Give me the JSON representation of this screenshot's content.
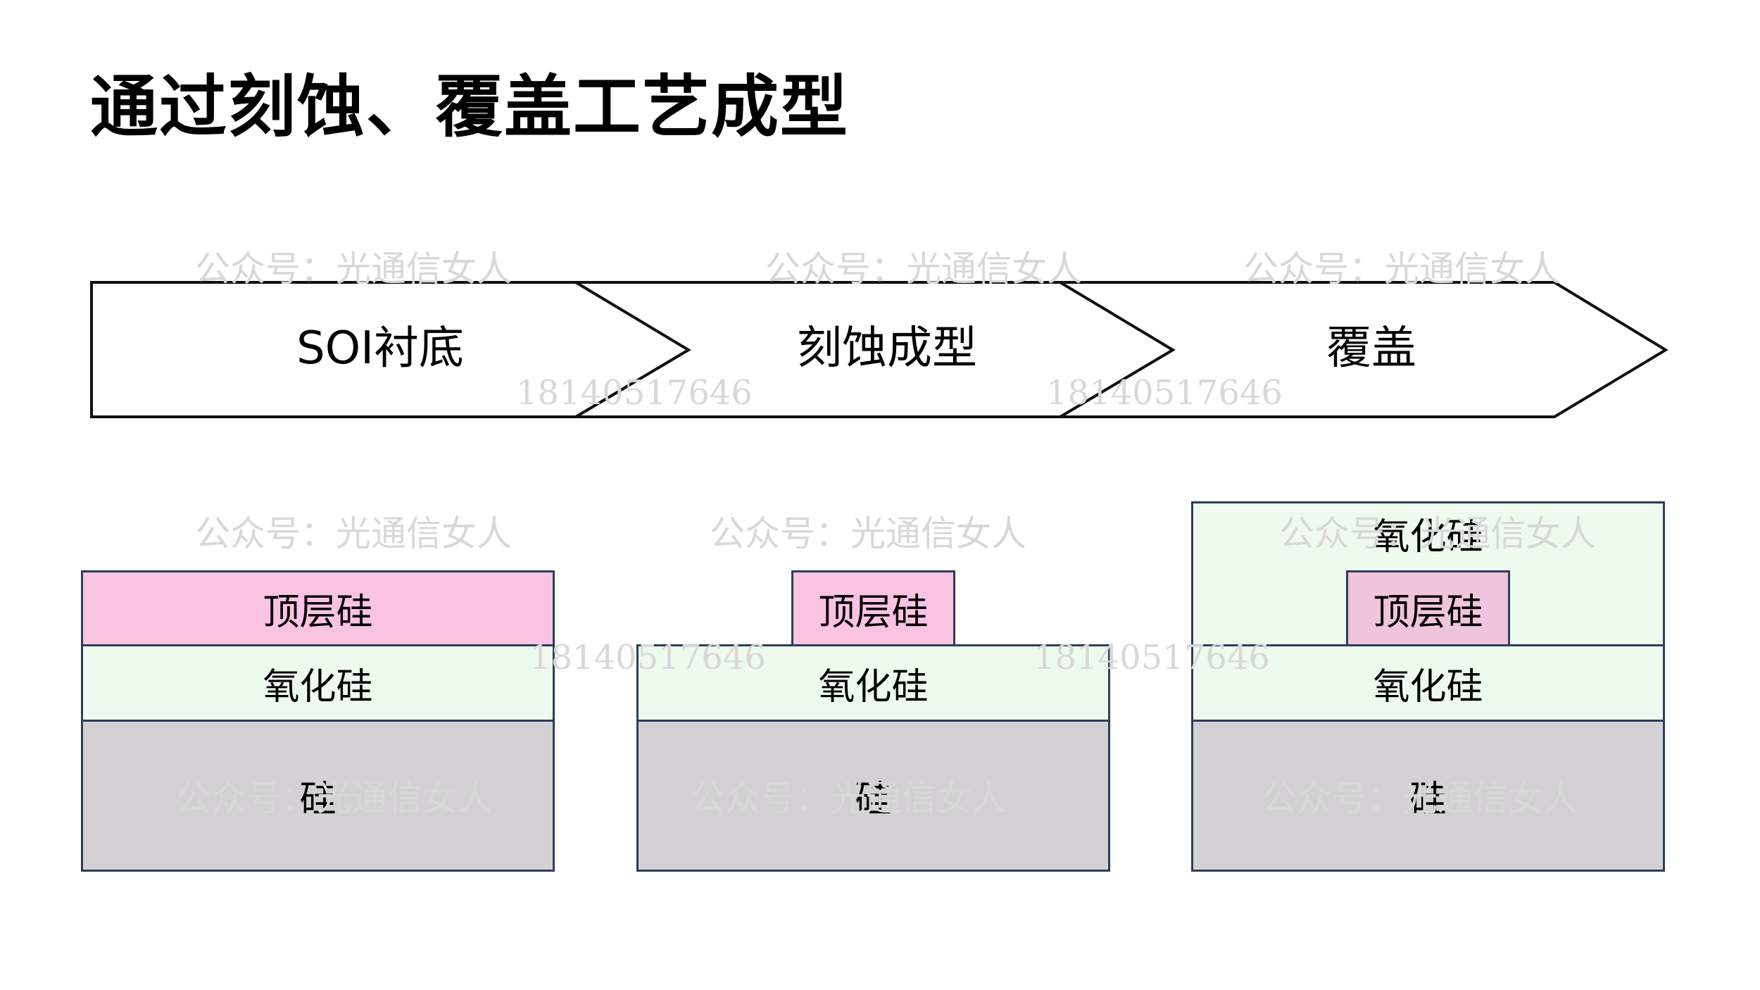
{
  "title": "通过刻蚀、覆盖工艺成型",
  "process_steps": [
    {
      "label": "SOI衬底"
    },
    {
      "label": "刻蚀成型"
    },
    {
      "label": "覆盖"
    }
  ],
  "stacks": [
    {
      "top_silicon": "顶层硅",
      "oxide": "氧化硅",
      "silicon": "硅"
    },
    {
      "top_silicon": "顶层硅",
      "oxide": "氧化硅",
      "silicon": "硅"
    },
    {
      "cover_oxide": "氧化硅",
      "top_silicon": "顶层硅",
      "oxide": "氧化硅",
      "silicon": "硅"
    }
  ],
  "watermark": {
    "account": "公众号：光通信女人",
    "phone": "18140517646"
  },
  "colors": {
    "top_silicon": "#fac3e2",
    "oxide": "#eefaee",
    "silicon": "#d3d1d3",
    "border": "#2c3e5a"
  }
}
